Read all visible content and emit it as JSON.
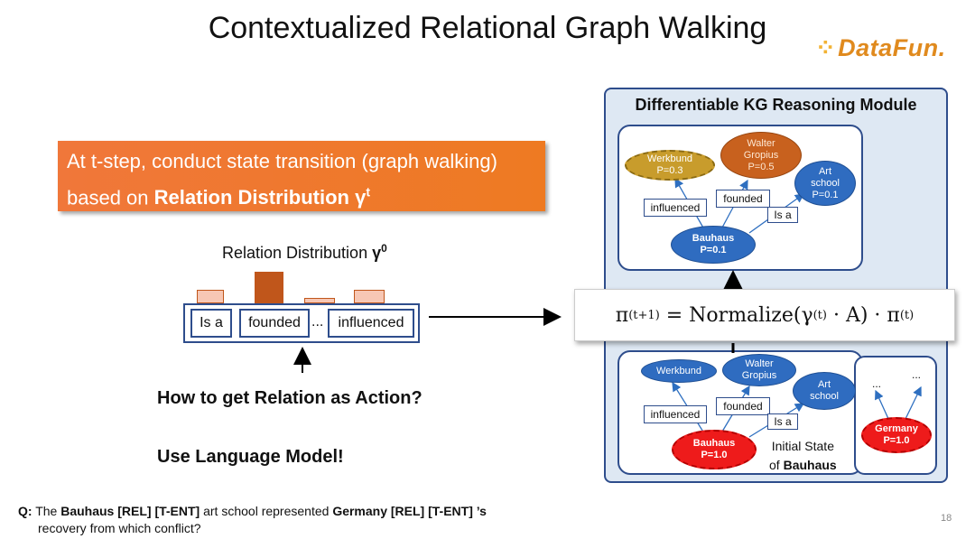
{
  "slide": {
    "title": "Contextualized Relational Graph Walking",
    "logo": "DataFun.",
    "page_number": "18"
  },
  "banner": {
    "text": "At t-step, conduct state transition (graph walking) based on ",
    "bold": "Relation Distribution γ",
    "sup": "t"
  },
  "relation_distribution": {
    "label": "Relation Distribution ",
    "label_bold": "γ",
    "label_sup": "0",
    "relations": [
      "Is a",
      "founded",
      "...",
      "influenced"
    ],
    "bar_fill_light": "#f7c7b4",
    "bar_fill_dark": "#c0561b",
    "bar_stroke": "#c0561b",
    "bar_levels": [
      0.33,
      1.0,
      0.17,
      0.33
    ]
  },
  "questions": {
    "q1": "How to get Relation as Action?",
    "q2": "Use Language Model!"
  },
  "example_question": {
    "prefix": "Q:",
    "part1": " The ",
    "bauhaus": "Bauhaus [REL] [T-ENT]",
    "part2": " art school represented ",
    "germany": "Germany [REL] [T-ENT] ’s",
    "line2": "recovery from which conflict?"
  },
  "module": {
    "title": "Differentiable KG Reasoning Module",
    "formula_lhs": "π",
    "formula_lhs_sup": "(t+1)",
    "formula_mid": " = Normalize(γ",
    "formula_mid_sup": "(t)",
    "formula_tail": " · A) · π",
    "formula_tail_sup": "(t)",
    "top_graph": {
      "werkbund": "Werkbund",
      "werkbund_p": "P=0.3",
      "walter": "Walter",
      "gropius": "Gropius",
      "walter_p": "P=0.5",
      "art": "Art",
      "school": "school",
      "art_p": "P=0.1",
      "bauhaus": "Bauhaus",
      "bauhaus_p": "P=0.1",
      "rel_influenced": "influenced",
      "rel_founded": "founded",
      "rel_isa": "Is a"
    },
    "bottom_graph": {
      "werkbund": "Werkbund",
      "walter": "Walter",
      "gropius": "Gropius",
      "art": "Art",
      "school": "school",
      "bauhaus": "Bauhaus",
      "bauhaus_p": "P=1.0",
      "rel_influenced": "influenced",
      "rel_founded": "founded",
      "rel_isa": "Is a",
      "initial_state": "Initial State",
      "of": "of ",
      "of_bold": "Bauhaus",
      "germany": "Germany",
      "germany_p": "P=1.0",
      "ellipsis_left": "...",
      "ellipsis_right": "..."
    }
  }
}
